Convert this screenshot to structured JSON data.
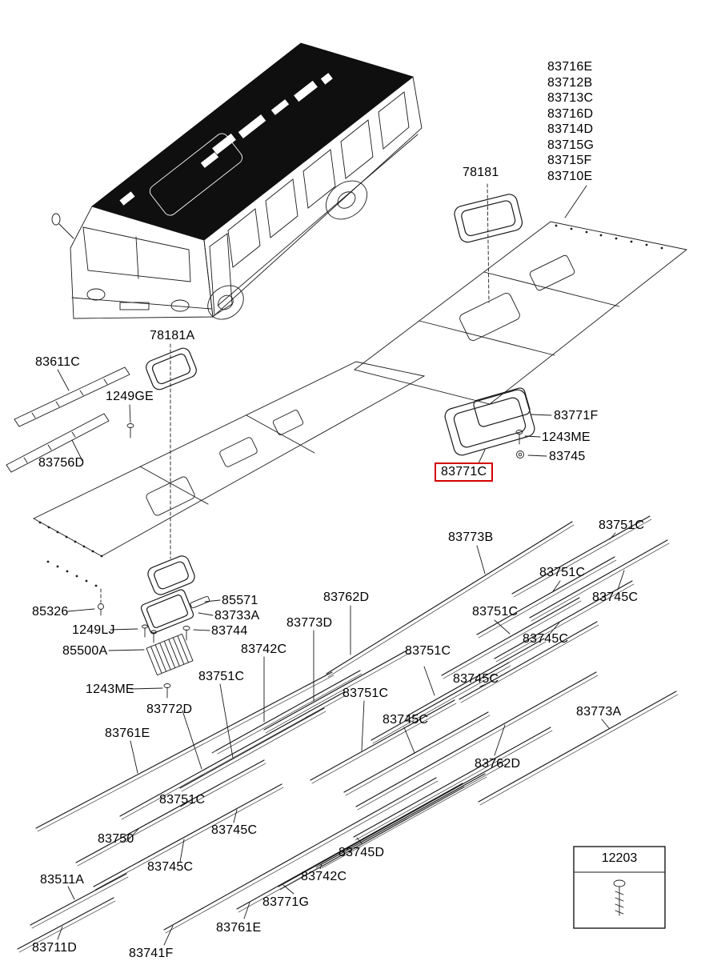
{
  "diagram": {
    "type": "vehicle-roof-parts-diagram",
    "highlighted_part": "83771C",
    "colors": {
      "line": "#1a1a1a",
      "highlight": "#d40000",
      "background": "#ffffff"
    },
    "legend_box": {
      "part_number": "12203"
    },
    "labels": [
      {
        "text": "83716E"
      },
      {
        "text": "83712B"
      },
      {
        "text": "83713C"
      },
      {
        "text": "83716D"
      },
      {
        "text": "83714D"
      },
      {
        "text": "83715G"
      },
      {
        "text": "83715F"
      },
      {
        "text": "83710E"
      },
      {
        "text": "78181"
      },
      {
        "text": "78181A"
      },
      {
        "text": "83611C"
      },
      {
        "text": "1249GE"
      },
      {
        "text": "83756D"
      },
      {
        "text": "83771F"
      },
      {
        "text": "1243ME"
      },
      {
        "text": "83745"
      },
      {
        "text": "83771C"
      },
      {
        "text": "83773B"
      },
      {
        "text": "83751C"
      },
      {
        "text": "83751C"
      },
      {
        "text": "83745C"
      },
      {
        "text": "83762D"
      },
      {
        "text": "83751C"
      },
      {
        "text": "83745C"
      },
      {
        "text": "83773D"
      },
      {
        "text": "83751C"
      },
      {
        "text": "83742C"
      },
      {
        "text": "83745C"
      },
      {
        "text": "85571"
      },
      {
        "text": "83733A"
      },
      {
        "text": "83744"
      },
      {
        "text": "85326"
      },
      {
        "text": "1249LJ"
      },
      {
        "text": "85500A"
      },
      {
        "text": "83751C"
      },
      {
        "text": "83751C"
      },
      {
        "text": "1243ME"
      },
      {
        "text": "83772D"
      },
      {
        "text": "83745C"
      },
      {
        "text": "83761E"
      },
      {
        "text": "83773A"
      },
      {
        "text": "83762D"
      },
      {
        "text": "83751C"
      },
      {
        "text": "83745C"
      },
      {
        "text": "83750"
      },
      {
        "text": "83745C"
      },
      {
        "text": "83745D"
      },
      {
        "text": "83742C"
      },
      {
        "text": "83511A"
      },
      {
        "text": "83771G"
      },
      {
        "text": "83761E"
      },
      {
        "text": "83711D"
      },
      {
        "text": "83741F"
      }
    ]
  }
}
